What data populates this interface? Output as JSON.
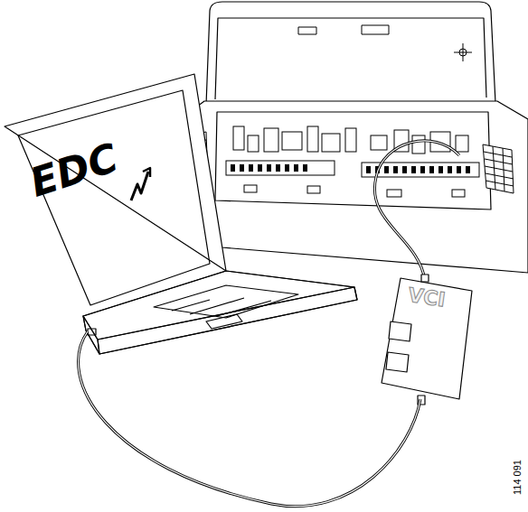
{
  "diagram": {
    "nodes": [
      {
        "text": [
          "EDC"
        ]
      },
      {
        "text": [
          "VCI"
        ]
      }
    ],
    "edges": [
      {
        "from": 0,
        "to": 1,
        "arrow": "none"
      }
    ],
    "labels": [
      "114 091"
    ]
  }
}
